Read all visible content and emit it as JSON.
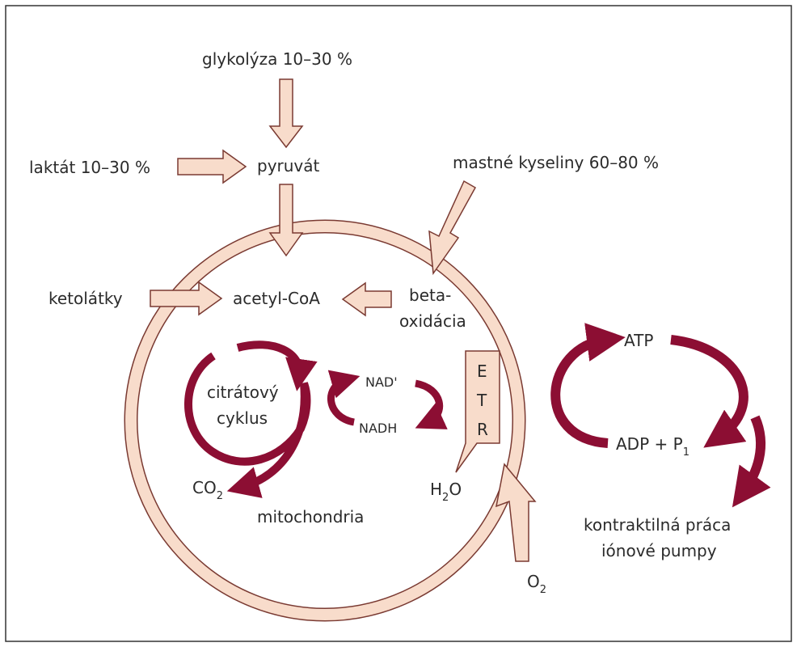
{
  "colors": {
    "border": "#333333",
    "ring_fill": "#f8dccb",
    "ring_stroke": "#7a3a32",
    "arrow_fill": "#f8dccb",
    "arrow_stroke": "#7a3a32",
    "cycle_arrow": "#8c0e33",
    "text": "#2b2b2b"
  },
  "labels": {
    "glycolysis": "glykolýza 10–30 %",
    "lactate": "laktát 10–30 %",
    "pyruvate": "pyruvát",
    "fatty_acids": "mastné kyseliny 60–80 %",
    "ketones": "ketolátky",
    "acetyl_coa": "acetyl-CoA",
    "beta_line1": "beta-",
    "beta_line2": "oxidácia",
    "citrate_line1": "citrátový",
    "citrate_line2": "cyklus",
    "nad": "NAD'",
    "nadh": "NADH",
    "etr_e": "E",
    "etr_t": "T",
    "etr_r": "R",
    "co2_main": "CO",
    "co2_sub": "2",
    "h2o_h": "H",
    "h2o_sub": "2",
    "h2o_o": "O",
    "mitochondria": "mitochondria",
    "o2_main": "O",
    "o2_sub": "2",
    "atp": "ATP",
    "adp_main": "ADP + P",
    "adp_sub": "1",
    "work_line1": "kontraktilná práca",
    "work_line2": "iónové pumpy"
  }
}
